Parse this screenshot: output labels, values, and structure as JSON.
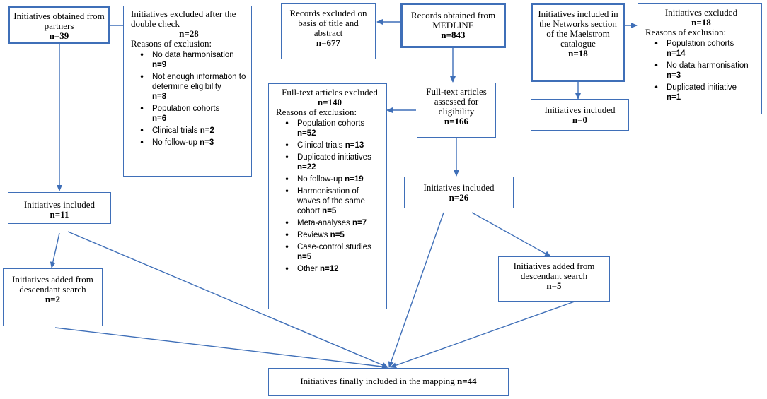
{
  "partners": {
    "label": "Initiatives obtained from partners",
    "n": "n=39"
  },
  "double_check": {
    "title": "Initiatives excluded after the double check",
    "n": "n=28",
    "reasons_title": "Reasons of exclusion:",
    "reasons": [
      {
        "text": "No data harmonisation",
        "n": "n=9",
        "inline": false
      },
      {
        "text": "Not enough information to determine eligibility",
        "n": "n=8",
        "inline": false
      },
      {
        "text": "Population cohorts",
        "n": "n=6",
        "inline": false
      },
      {
        "text": "Clinical trials",
        "n": "n=2",
        "inline": true
      },
      {
        "text": "No follow-up",
        "n": "n=3",
        "inline": true
      }
    ]
  },
  "records_excluded": {
    "label": "Records excluded on basis of title and abstract",
    "n": "n=677"
  },
  "medline": {
    "label": "Records obtained from MEDLINE",
    "n": "n=843"
  },
  "networks": {
    "label": "Initiatives included in the Networks section of the Maelstrom catalogue",
    "n": "n=18"
  },
  "networks_excluded": {
    "title": "Initiatives excluded",
    "n": "n=18",
    "reasons_title": "Reasons of exclusion:",
    "reasons": [
      {
        "text": "Population cohorts",
        "n": "n=14",
        "inline": false
      },
      {
        "text": "No data harmonisation",
        "n": "n=3",
        "inline": false
      },
      {
        "text": "Duplicated initiative",
        "n": "n=1",
        "inline": false
      }
    ]
  },
  "networks_included": {
    "label": "Initiatives included",
    "n": "n=0"
  },
  "fulltext_excluded": {
    "title": "Full-text articles excluded",
    "n": "n=140",
    "reasons_title": "Reasons of exclusion:",
    "reasons": [
      {
        "text": "Population cohorts",
        "n": "n=52",
        "inline": false
      },
      {
        "text": "Clinical trials",
        "n": "n=13",
        "inline": true
      },
      {
        "text": "Duplicated initiatives",
        "n": "n=22",
        "inline": true
      },
      {
        "text": "No follow-up",
        "n": "n=19",
        "inline": true
      },
      {
        "text": "Harmonisation of waves of the same cohort",
        "n": "n=5",
        "inline": true
      },
      {
        "text": "Meta-analyses",
        "n": "n=7",
        "inline": true
      },
      {
        "text": "Reviews",
        "n": "n=5",
        "inline": true
      },
      {
        "text": "Case-control studies",
        "n": "n=5",
        "inline": false
      },
      {
        "text": "Other",
        "n": "n=12",
        "inline": true
      }
    ]
  },
  "fulltext_assessed": {
    "label": "Full-text articles assessed for eligibility",
    "n": "n=166"
  },
  "medline_included": {
    "label": "Initiatives included",
    "n": "n=26"
  },
  "partners_included": {
    "label": "Initiatives included",
    "n": "n=11"
  },
  "partners_descendant": {
    "label": "Initiatives added from descendant search",
    "n": "n=2"
  },
  "medline_descendant": {
    "label": "Initiatives added from descendant search",
    "n": "n=5"
  },
  "final": {
    "label": "Initiatives finally included in the mapping",
    "n": "n=44"
  }
}
